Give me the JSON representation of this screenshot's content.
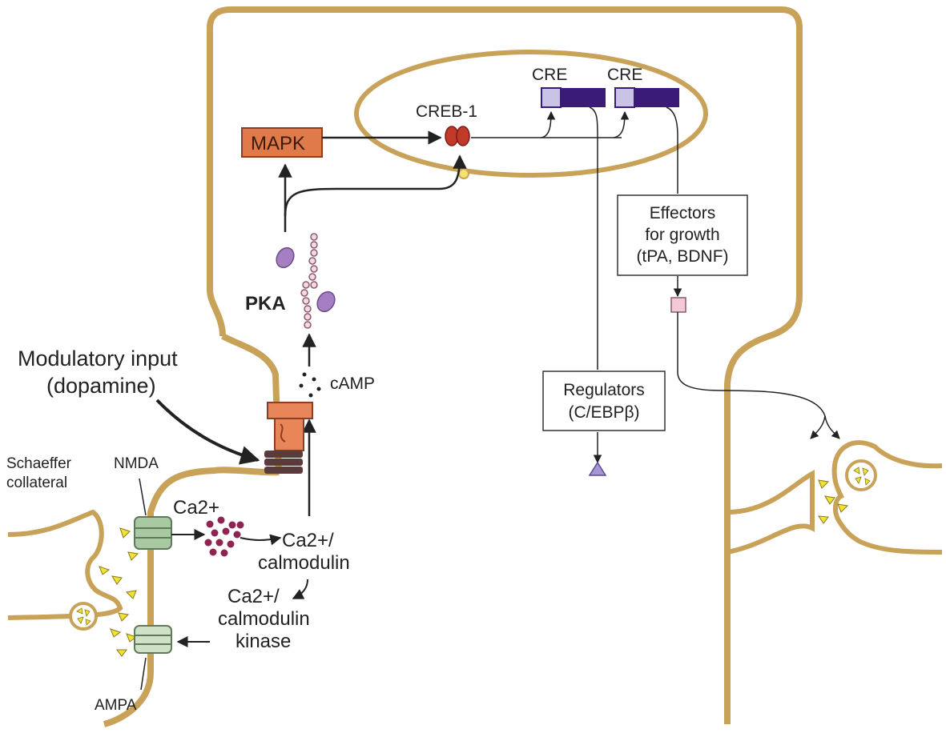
{
  "labels": {
    "cre_1": "CRE",
    "cre_2": "CRE",
    "creb": "CREB-1",
    "mapk": "MAPK",
    "pka": "PKA",
    "camp": "cAMP",
    "modulatory_line1": "Modulatory input",
    "modulatory_line2": "(dopamine)",
    "schaeffer_line1": "Schaeffer",
    "schaeffer_line2": "collateral",
    "nmda": "NMDA",
    "ampa": "AMPA",
    "ca": "Ca2+",
    "ca_calmodulin_line1": "Ca2+/",
    "ca_calmodulin_line2": "calmodulin",
    "kinase_line1": "Ca2+/",
    "kinase_line2": "calmodulin",
    "kinase_line3": "kinase",
    "effectors_line1": "Effectors",
    "effectors_line2": "for growth",
    "effectors_line3": "(tPA, BDNF)",
    "regulators_line1": "Regulators",
    "regulators_line2": "(C/EBPβ)"
  },
  "colors": {
    "membrane": "#c9a25a",
    "membrane_dark": "#a8823e",
    "mapk_fill": "#e07a4a",
    "creb_fill": "#c0392b",
    "cre_dark": "#3a1c78",
    "cre_light": "#c9c3e6",
    "pka_fill": "#a57fc2",
    "receptor_orange": "#e8865a",
    "receptor_dark": "#5a3a3a",
    "channel_green": "#a9c9a2",
    "calcium": "#8e2451",
    "glutamate": "#f1e23a",
    "effector_product": "#f3c9d5"
  }
}
